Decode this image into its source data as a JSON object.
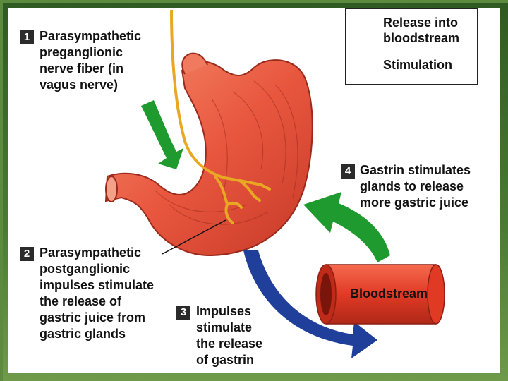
{
  "legend": {
    "release": "Release into\nbloodstream",
    "stimulation": "Stimulation"
  },
  "steps": [
    {
      "number": "1",
      "text": "Parasympathetic\npreganglionic\nnerve fiber (in\nvagus nerve)"
    },
    {
      "number": "2",
      "text": "Parasympathetic\npostganglionic\nimpulses stimulate\nthe release of\ngastric juice from\ngastric glands"
    },
    {
      "number": "3",
      "text": "Impulses\nstimulate\nthe release\nof gastrin"
    },
    {
      "number": "4",
      "text": "Gastrin stimulates\nglands to release\nmore gastric juice"
    }
  ],
  "bloodstream_label": "Bloodstream",
  "colors": {
    "stimulation_arrow": "#1f9a2e",
    "release_arrow": "#1f3f9a",
    "stomach": "#e8563e",
    "nerve": "#e8a823",
    "vessel": "#e03a25",
    "background": "#4a7b35"
  }
}
